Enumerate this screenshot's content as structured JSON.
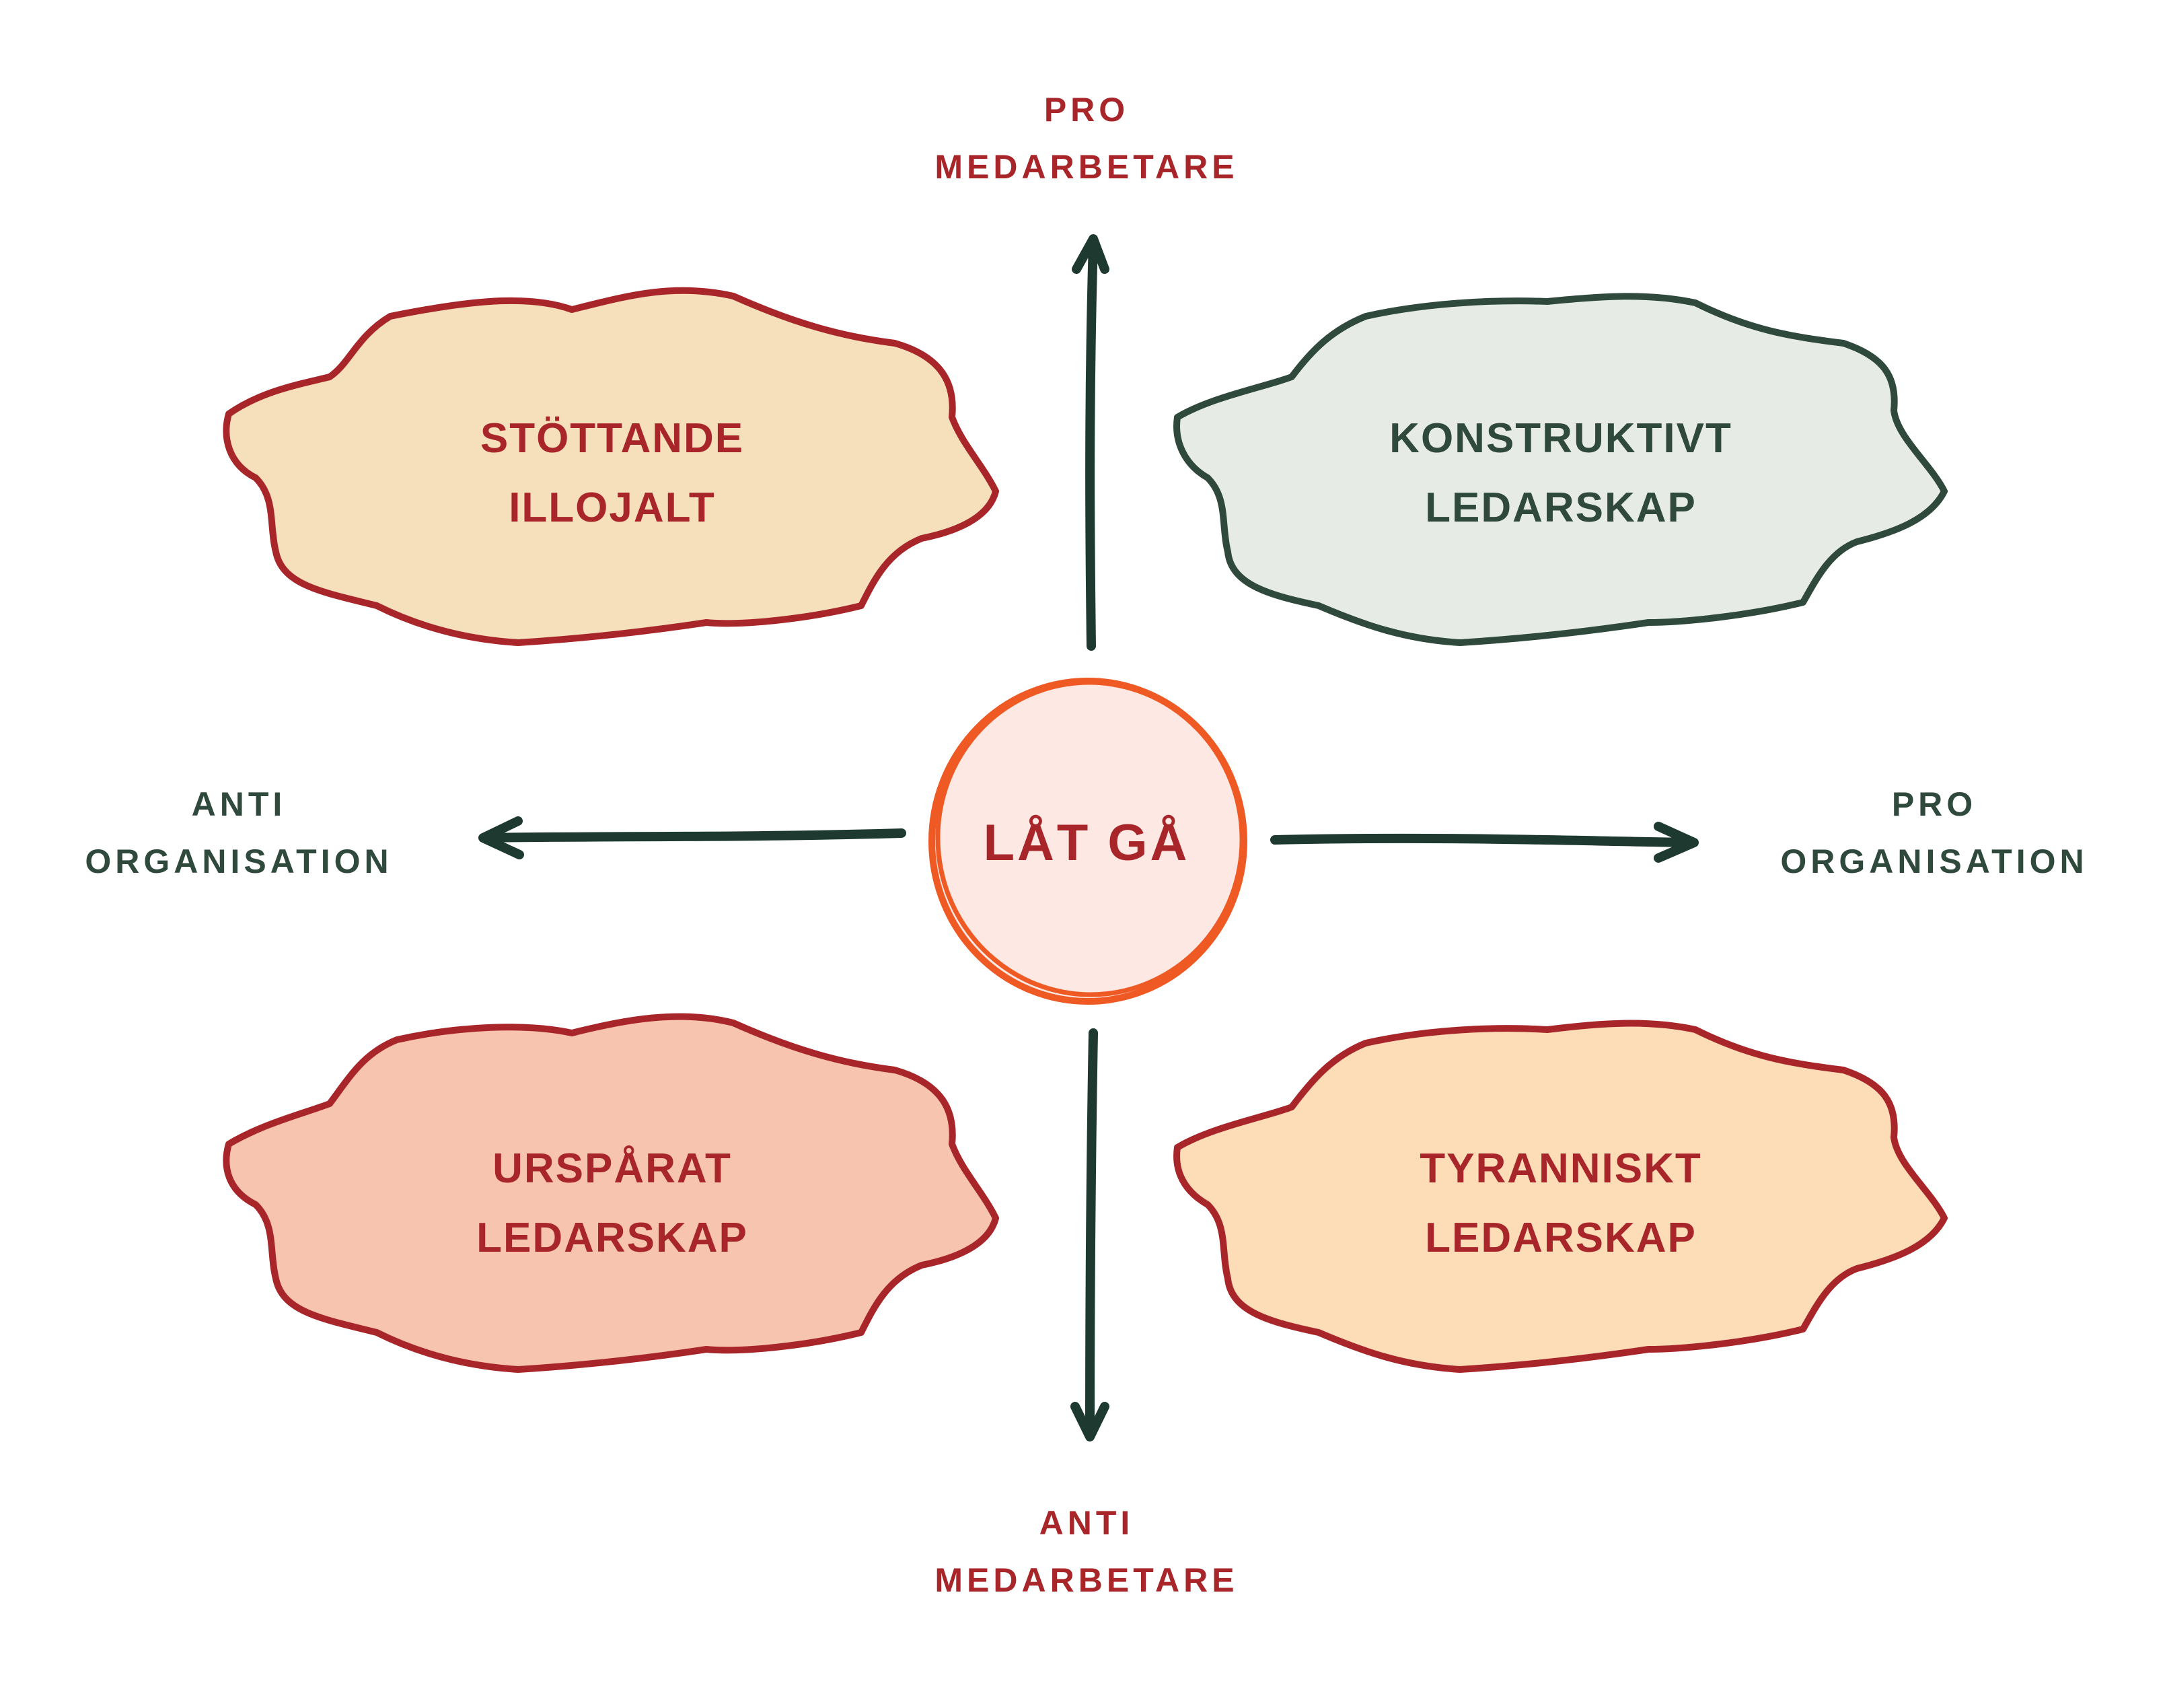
{
  "axes": {
    "top": {
      "line1": "PRO",
      "line2": "MEDARBETARE"
    },
    "bottom": {
      "line1": "ANTI",
      "line2": "MEDARBETARE"
    },
    "left": {
      "line1": "ANTI",
      "line2": "ORGANISATION"
    },
    "right": {
      "line1": "PRO",
      "line2": "ORGANISATION"
    }
  },
  "center": {
    "label": "LÅT GÅ"
  },
  "quadrants": {
    "top_left": {
      "line1": "STÖTTANDE",
      "line2": "ILLOJALT"
    },
    "top_right": {
      "line1": "KONSTRUKTIVT",
      "line2": "LEDARSKAP"
    },
    "bottom_left": {
      "line1": "URSPÅRAT",
      "line2": "LEDARSKAP"
    },
    "bottom_right": {
      "line1": "TYRANNISKT",
      "line2": "LEDARSKAP"
    }
  },
  "colors": {
    "red": "#a8262a",
    "green": "#2f4a3c",
    "arrow": "#1e3a30",
    "orange": "#ef5a24",
    "fill_top_left": "#f6dfbb",
    "fill_top_right": "#e6ebe6",
    "fill_bottom_left": "#f7c4b0",
    "fill_bottom_right": "#fddcb8",
    "fill_center": "#fde8e3"
  }
}
